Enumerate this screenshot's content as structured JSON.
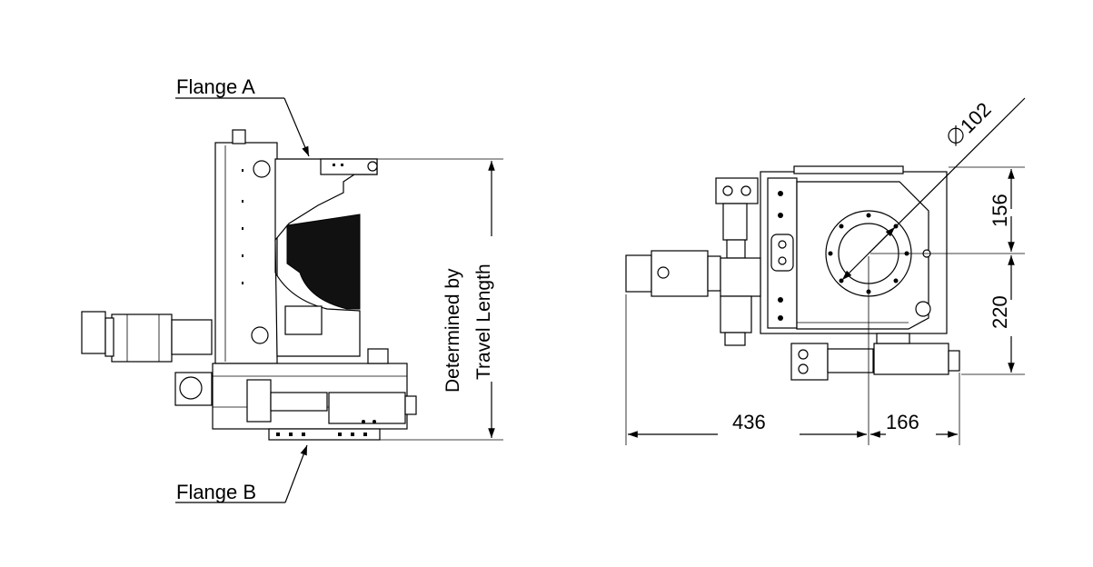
{
  "labels": {
    "flange_a": "Flange A",
    "flange_b": "Flange B",
    "travel_line1": "Determined by",
    "travel_line2": "Travel Length",
    "dia": "102",
    "dim_156": "156",
    "dim_220": "220",
    "dim_436": "436",
    "dim_166": "166"
  },
  "colors": {
    "line": "#000000",
    "background": "#ffffff"
  }
}
